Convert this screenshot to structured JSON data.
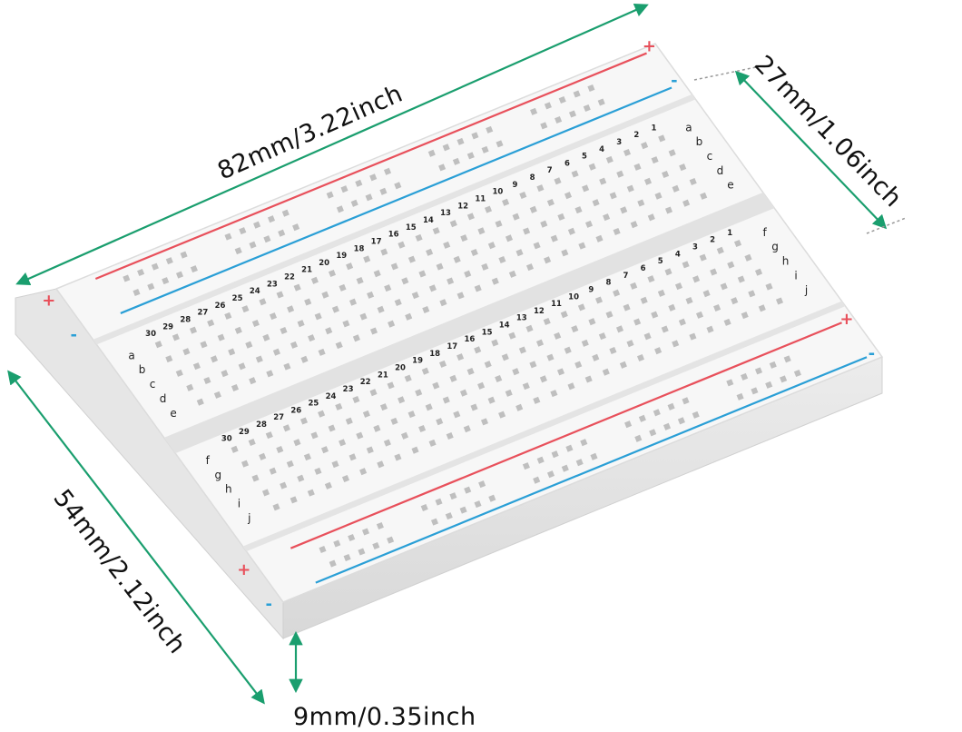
{
  "dimensions": {
    "length": "82mm/3.22inch",
    "width": "54mm/2.12inch",
    "half_width": "27mm/1.06inch",
    "height": "9mm/0.35inch"
  },
  "breadboard": {
    "columns_top": [
      "a",
      "b",
      "c",
      "d",
      "e"
    ],
    "columns_bottom": [
      "f",
      "g",
      "h",
      "i",
      "j"
    ],
    "row_count": 30,
    "plus_sign": "+",
    "minus_sign": "-"
  },
  "colors": {
    "positive_rail": "#e8505b",
    "negative_rail": "#2a9fd6",
    "arrow": "#1a9e6e",
    "board": "#f7f7f7",
    "hole": "#bfbfbf"
  }
}
